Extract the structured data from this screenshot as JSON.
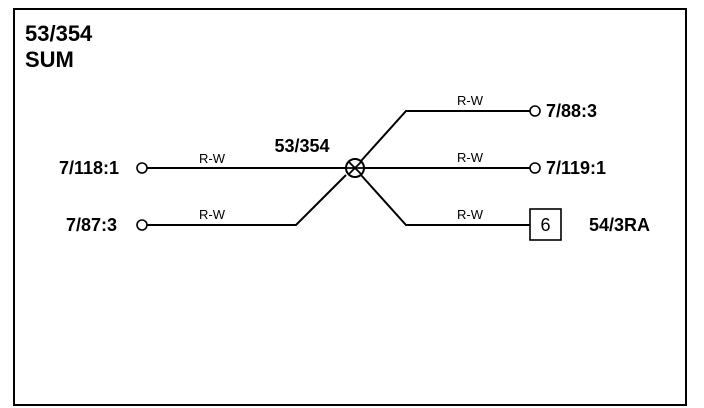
{
  "header": {
    "line1": "53/354",
    "line2": "SUM"
  },
  "splice": {
    "label": "53/354"
  },
  "left_connectors": [
    {
      "id": "7/118:1",
      "wire": "R-W"
    },
    {
      "id": "7/87:3",
      "wire": "R-W"
    }
  ],
  "right_connectors": [
    {
      "id": "7/88:3",
      "wire": "R-W"
    },
    {
      "id": "7/119:1",
      "wire": "R-W"
    }
  ],
  "box_connector": {
    "pin": "6",
    "id": "54/3RA",
    "wire": "R-W"
  },
  "colors": {
    "line": "#000000",
    "background": "#ffffff"
  }
}
